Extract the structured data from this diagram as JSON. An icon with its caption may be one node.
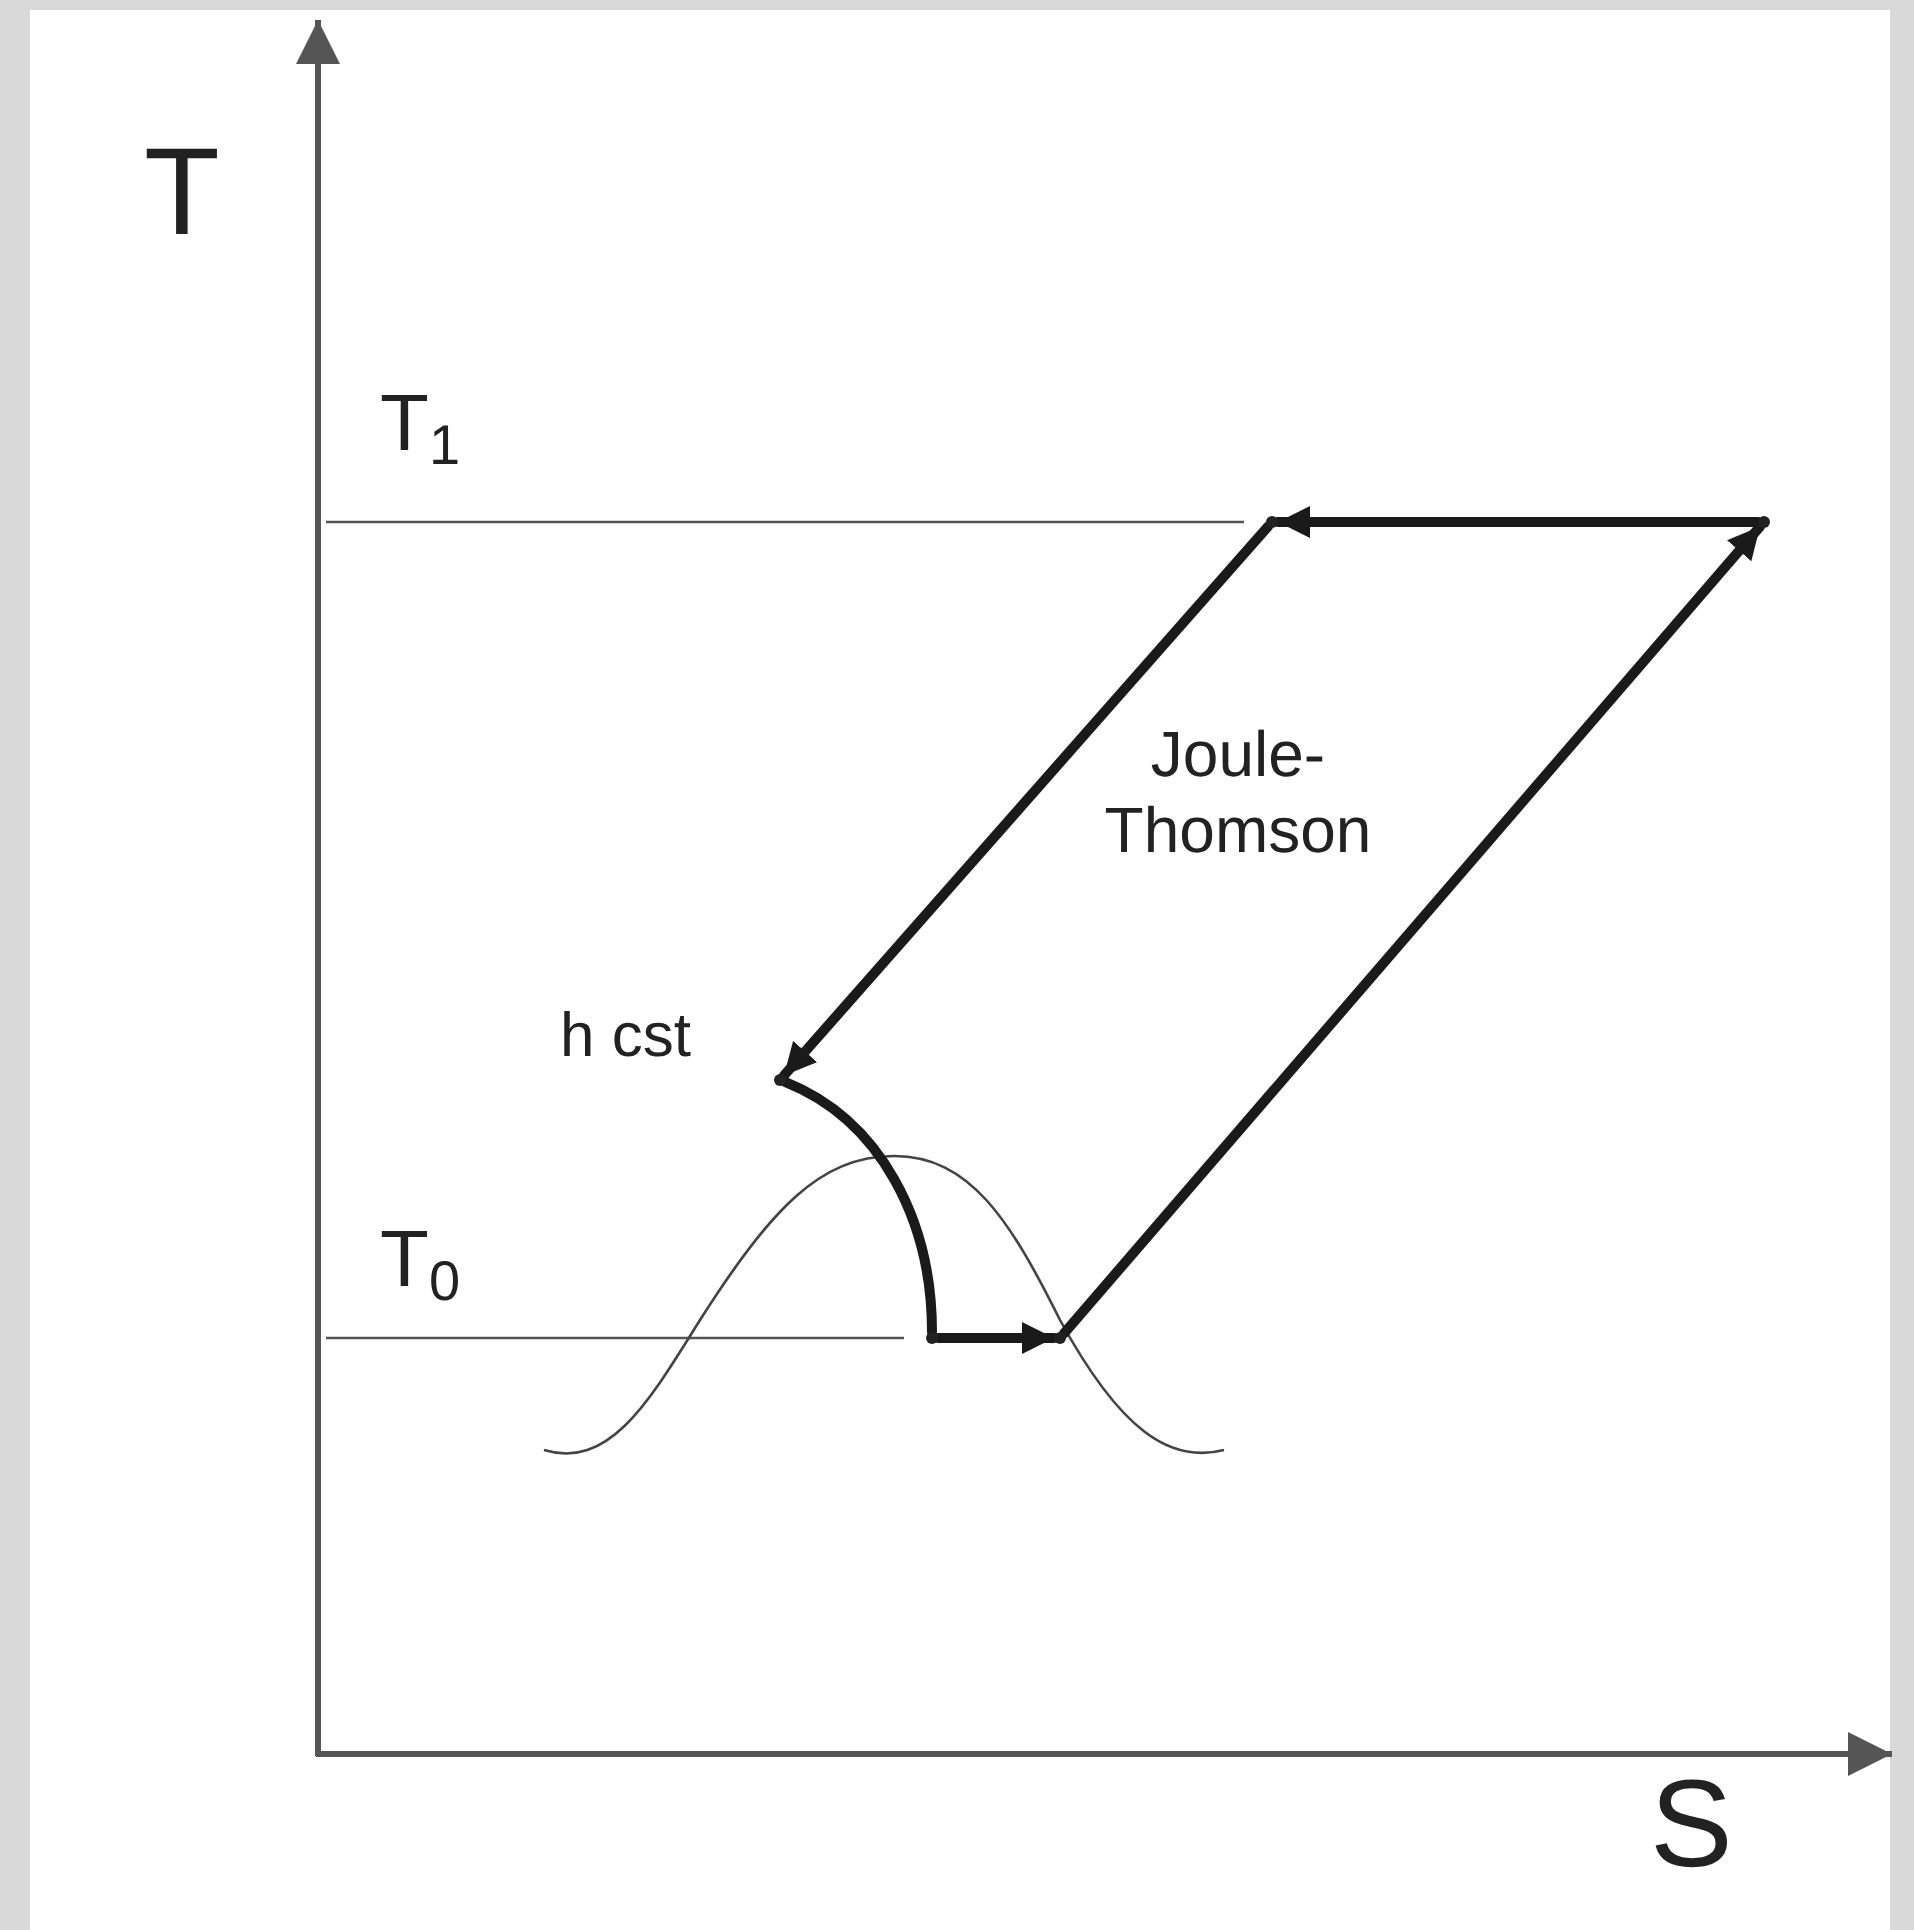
{
  "diagram": {
    "nodes": [
      {
        "text": [],
        "shape": "point"
      },
      {
        "text": [],
        "shape": "point"
      },
      {
        "text": [],
        "shape": "point"
      },
      {
        "text": [],
        "shape": "point"
      },
      {
        "text": [],
        "shape": "point"
      }
    ],
    "edges": [
      {
        "from": 0,
        "to": 1,
        "arrow": "to"
      },
      {
        "from": 1,
        "to": 2,
        "arrow": "to"
      },
      {
        "from": 2,
        "to": 3,
        "arrow": "to"
      },
      {
        "from": 3,
        "to": 4,
        "arrow": "none"
      },
      {
        "from": 4,
        "to": 0,
        "arrow": "to"
      }
    ],
    "labels": [
      "T",
      "T$_{1}$",
      "Joule- Thomson",
      "h cst",
      "T$_{0}$",
      "S"
    ]
  }
}
